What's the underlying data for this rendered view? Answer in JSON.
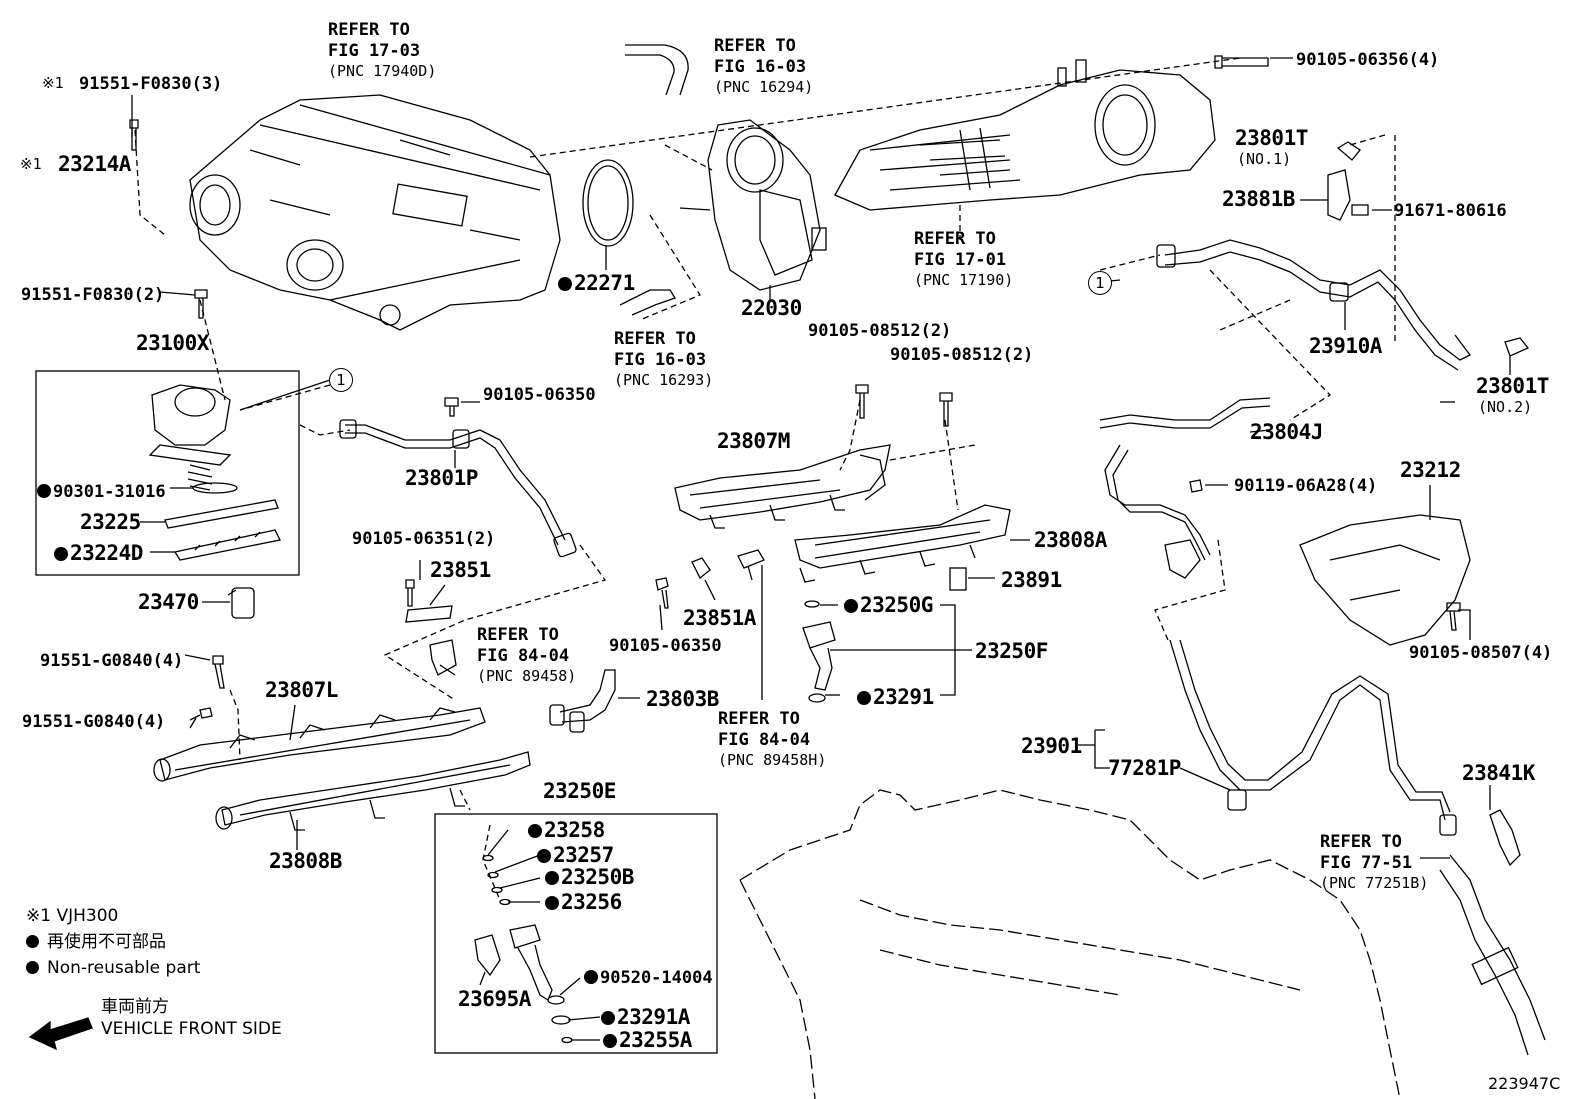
{
  "callouts": {
    "ref_17_03": [
      "REFER TO",
      "FIG 17-03",
      "(PNC 17940D)"
    ],
    "ref_16_03_a": [
      "REFER TO",
      "FIG 16-03",
      "(PNC 16294)"
    ],
    "ref_17_01": [
      "REFER TO",
      "FIG 17-01",
      "(PNC 17190)"
    ],
    "ref_16_03_b": [
      "REFER TO",
      "FIG 16-03",
      "(PNC 16293)"
    ],
    "ref_84_04_a": [
      "REFER TO",
      "FIG 84-04",
      "(PNC 89458)"
    ],
    "ref_84_04_b": [
      "REFER TO",
      "FIG 84-04",
      "(PNC 89458H)"
    ],
    "ref_77_51": [
      "REFER TO",
      "FIG 77-51",
      "(PNC 77251B)"
    ]
  },
  "parts": {
    "p91551F0830_3": "91551-F0830(3)",
    "p23214A": "23214A",
    "note_mark": "※1",
    "p91551F0830_2": "91551-F0830(2)",
    "p23100X": "23100X",
    "p90301_31016": "90301-31016",
    "p23225": "23225",
    "p23224D": "23224D",
    "p23470": "23470",
    "p22271": "22271",
    "p22030": "22030",
    "p90105_06356": "90105-06356(4)",
    "p23801T_1": "23801T",
    "no1": "(NO.1)",
    "p23881B": "23881B",
    "p91671_80616": "91671-80616",
    "p23910A": "23910A",
    "p23801T_2": "23801T",
    "no2": "(NO.2)",
    "p90105_06350_a": "90105-06350",
    "p23801P": "23801P",
    "p90105_08512_a": "90105-08512(2)",
    "p90105_08512_b": "90105-08512(2)",
    "p23807M": "23807M",
    "p23804J": "23804J",
    "p90119_06A28": "90119-06A28(4)",
    "p23212": "23212",
    "p23808A": "23808A",
    "p90105_06351": "90105-06351(2)",
    "p23851": "23851",
    "p23851A": "23851A",
    "p90105_06350_b": "90105-06350",
    "p23891": "23891",
    "p23250G": "23250G",
    "p23250F": "23250F",
    "p23291": "23291",
    "p90105_08507": "90105-08507(4)",
    "p91551G0840_a": "91551-G0840(4)",
    "p91551G0840_b": "91551-G0840(4)",
    "p23807L": "23807L",
    "p23803B": "23803B",
    "p23808B": "23808B",
    "p23250E": "23250E",
    "p23258": "23258",
    "p23257": "23257",
    "p23250B": "23250B",
    "p23256": "23256",
    "p90520_14004": "90520-14004",
    "p23291A": "23291A",
    "p23255A": "23255A",
    "p23695A": "23695A",
    "p23901": "23901",
    "p77281P": "77281P",
    "p23841K": "23841K"
  },
  "circle_ref": "1",
  "legend": {
    "note": "※1 VJH300",
    "nonreuse_jp": "再使用不可部品",
    "nonreuse_en": "Non-reusable part",
    "front_jp": "車両前方",
    "front_en": "VEHICLE FRONT SIDE"
  },
  "figure_id": "223947C"
}
